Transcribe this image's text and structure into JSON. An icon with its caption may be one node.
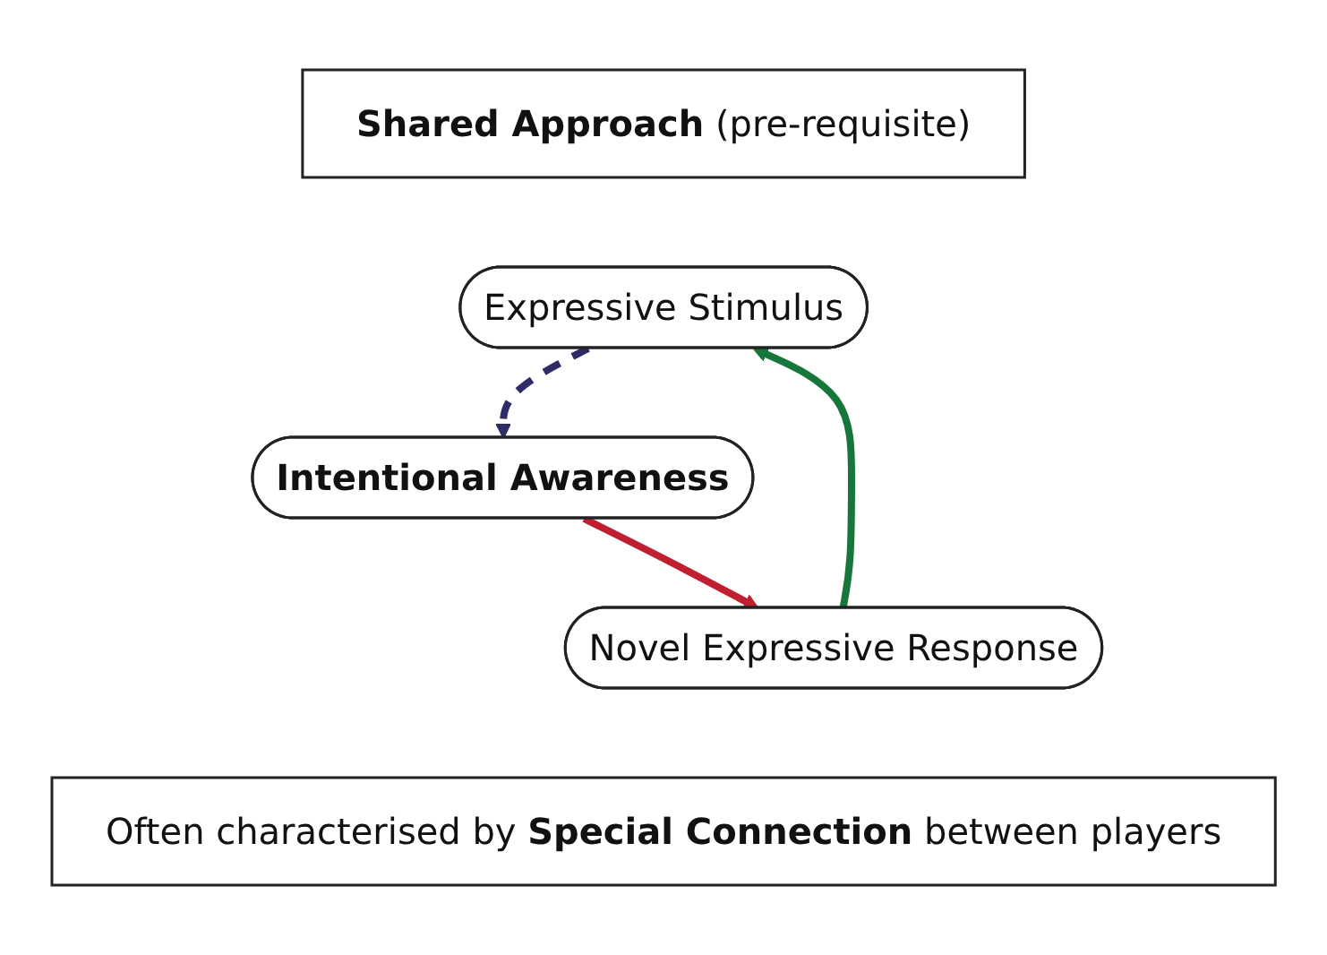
{
  "diagram": {
    "nodes": [
      {
        "text": [
          "**Shared Approach** (pre-requisite)"
        ]
      },
      {
        "text": [
          "Expressive Stimulus"
        ]
      },
      {
        "text": [
          "Intentional Awareness"
        ]
      },
      {
        "text": [
          "Novel Expressive Response"
        ]
      },
      {
        "text": [
          "Often characterised by **Special Connection** between players"
        ]
      }
    ],
    "edges": [
      {
        "from": 1,
        "to": 2,
        "arrow": "to",
        "style": "dashed",
        "color": "#2e2c66"
      },
      {
        "from": 2,
        "to": 3,
        "arrow": "to",
        "color": "#c01f2f"
      },
      {
        "from": 3,
        "to": 1,
        "arrow": "to",
        "color": "#17763a"
      }
    ]
  }
}
